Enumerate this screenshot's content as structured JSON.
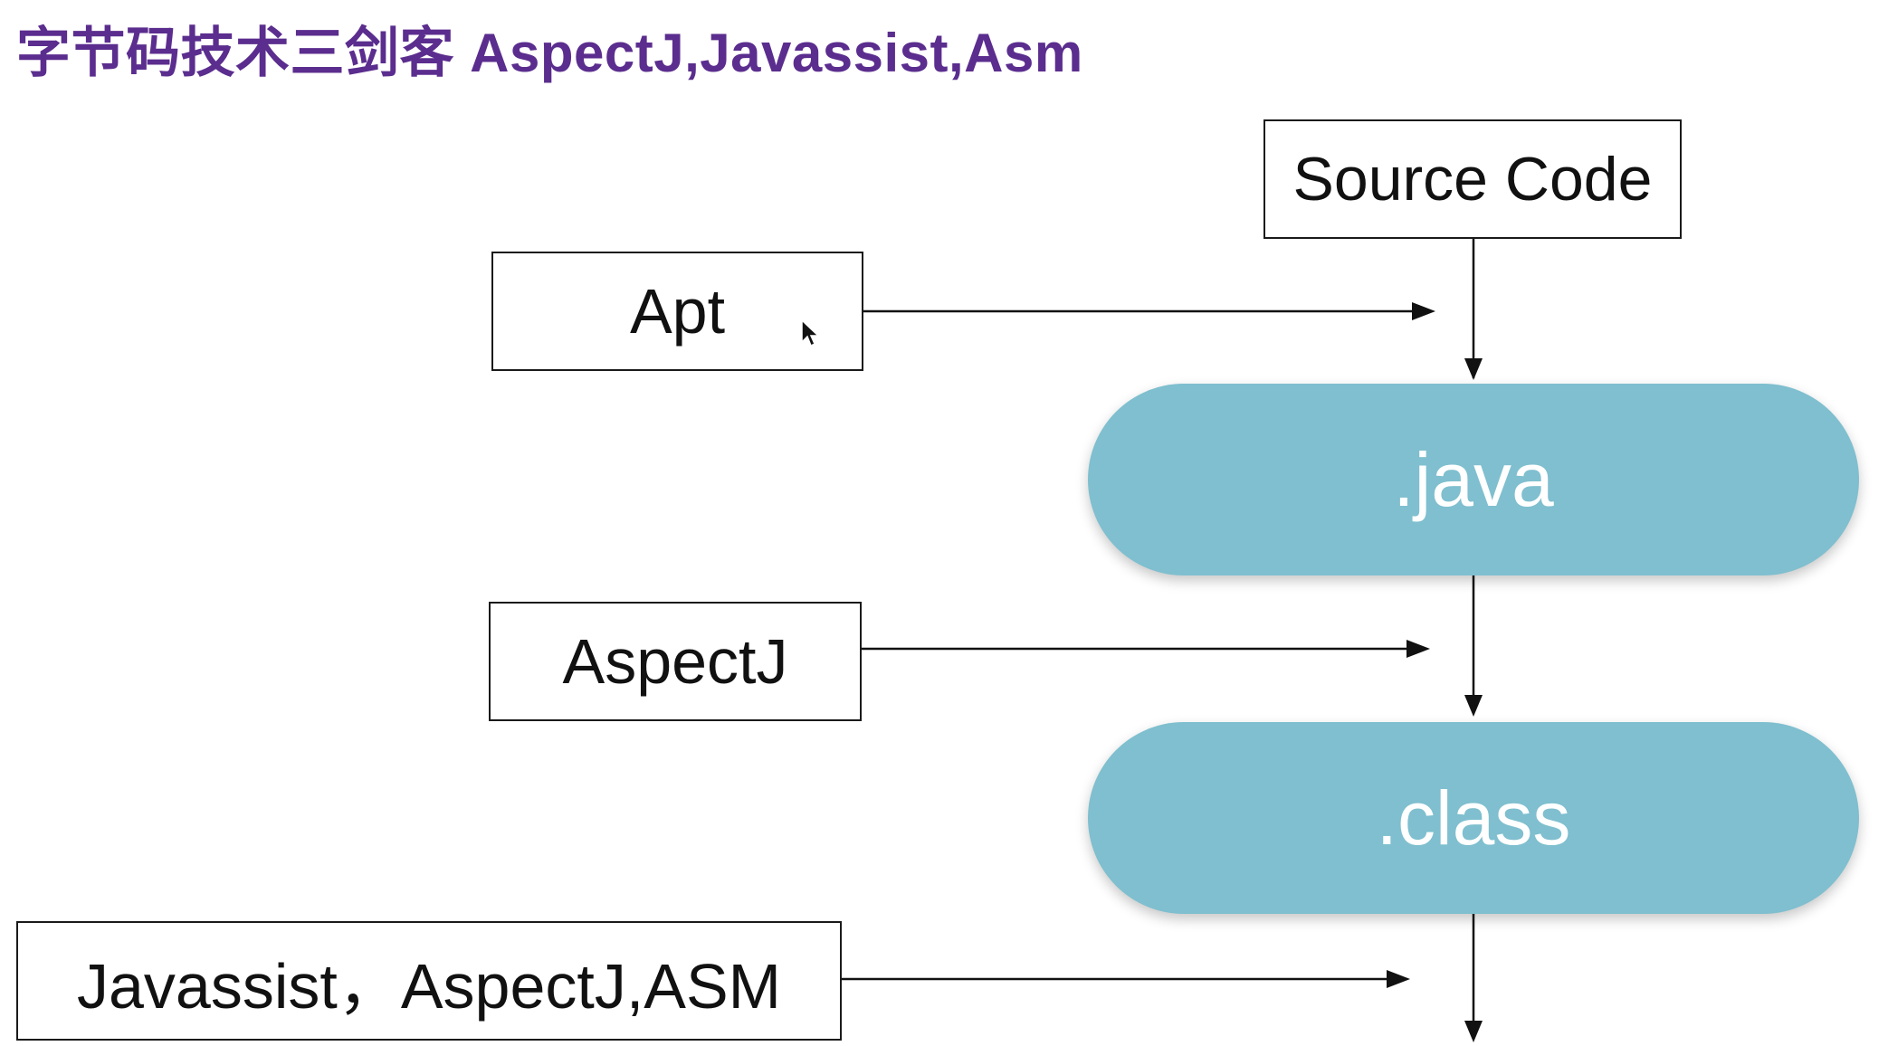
{
  "title": "字节码技术三剑客 AspectJ,Javassist,Asm",
  "colors": {
    "title": "#5b2d8e",
    "pill_fill": "#7fbfcf",
    "line": "#111111"
  },
  "stages": {
    "source_code": "Source Code",
    "java": ".java",
    "class": ".class"
  },
  "tools": {
    "apt": "Apt",
    "aspectj": "AspectJ",
    "bytecode_tools": "Javassist，AspectJ,ASM"
  }
}
